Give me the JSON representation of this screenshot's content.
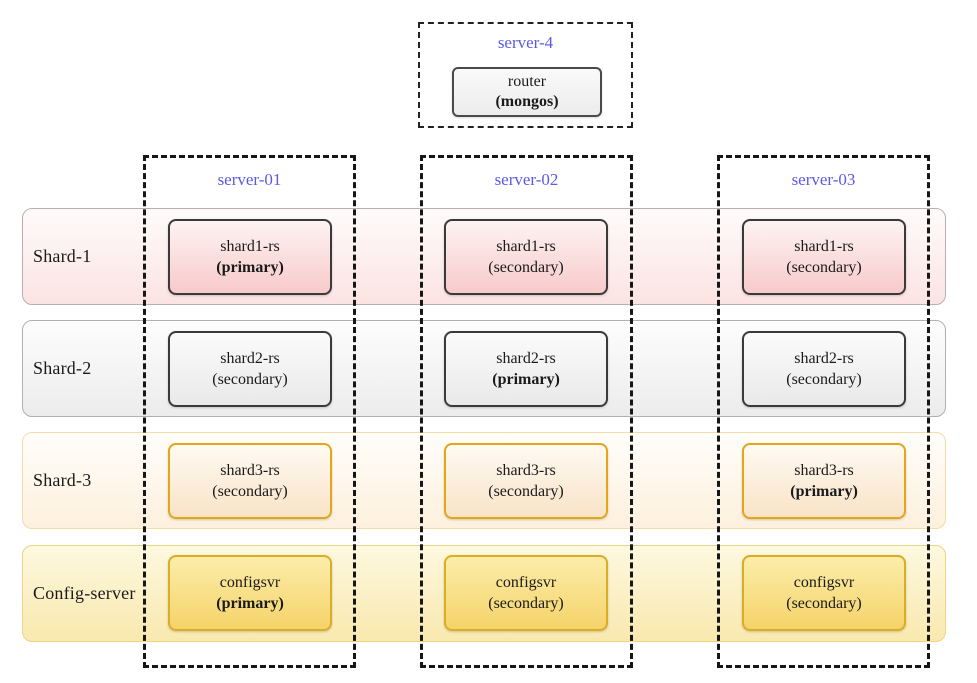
{
  "top_server": {
    "label": "server-4",
    "node": {
      "line1": "router",
      "line2": "(mongos)",
      "primary": true
    }
  },
  "columns": [
    {
      "label": "server-01"
    },
    {
      "label": "server-02"
    },
    {
      "label": "server-03"
    }
  ],
  "rows": [
    {
      "label": "Shard-1",
      "theme": "pink",
      "cells": [
        {
          "line1": "shard1-rs",
          "line2": "(primary)",
          "primary": true
        },
        {
          "line1": "shard1-rs",
          "line2": "(secondary)",
          "primary": false
        },
        {
          "line1": "shard1-rs",
          "line2": "(secondary)",
          "primary": false
        }
      ]
    },
    {
      "label": "Shard-2",
      "theme": "gray",
      "cells": [
        {
          "line1": "shard2-rs",
          "line2": "(secondary)",
          "primary": false
        },
        {
          "line1": "shard2-rs",
          "line2": "(primary)",
          "primary": true
        },
        {
          "line1": "shard2-rs",
          "line2": "(secondary)",
          "primary": false
        }
      ]
    },
    {
      "label": "Shard-3",
      "theme": "orange",
      "cells": [
        {
          "line1": "shard3-rs",
          "line2": "(secondary)",
          "primary": false
        },
        {
          "line1": "shard3-rs",
          "line2": "(secondary)",
          "primary": false
        },
        {
          "line1": "shard3-rs",
          "line2": "(primary)",
          "primary": true
        }
      ]
    },
    {
      "label": "Config-server",
      "theme": "yellow",
      "cells": [
        {
          "line1": "configsvr",
          "line2": "(primary)",
          "primary": true
        },
        {
          "line1": "configsvr",
          "line2": "(secondary)",
          "primary": false
        },
        {
          "line1": "configsvr",
          "line2": "(secondary)",
          "primary": false
        }
      ]
    }
  ],
  "colors": {
    "server_label": "#5a5ae8",
    "dash_border": "#161616",
    "node_dark_border": "#3a3a3a",
    "pink_node_fill": "#f8caca",
    "gray_node_fill": "#e9e9e9",
    "orange_node_fill": "#f9e3c7",
    "yellow_node_fill": "#f5d369",
    "orange_node_border": "#e2a719",
    "yellow_node_border": "#d9ad25"
  }
}
